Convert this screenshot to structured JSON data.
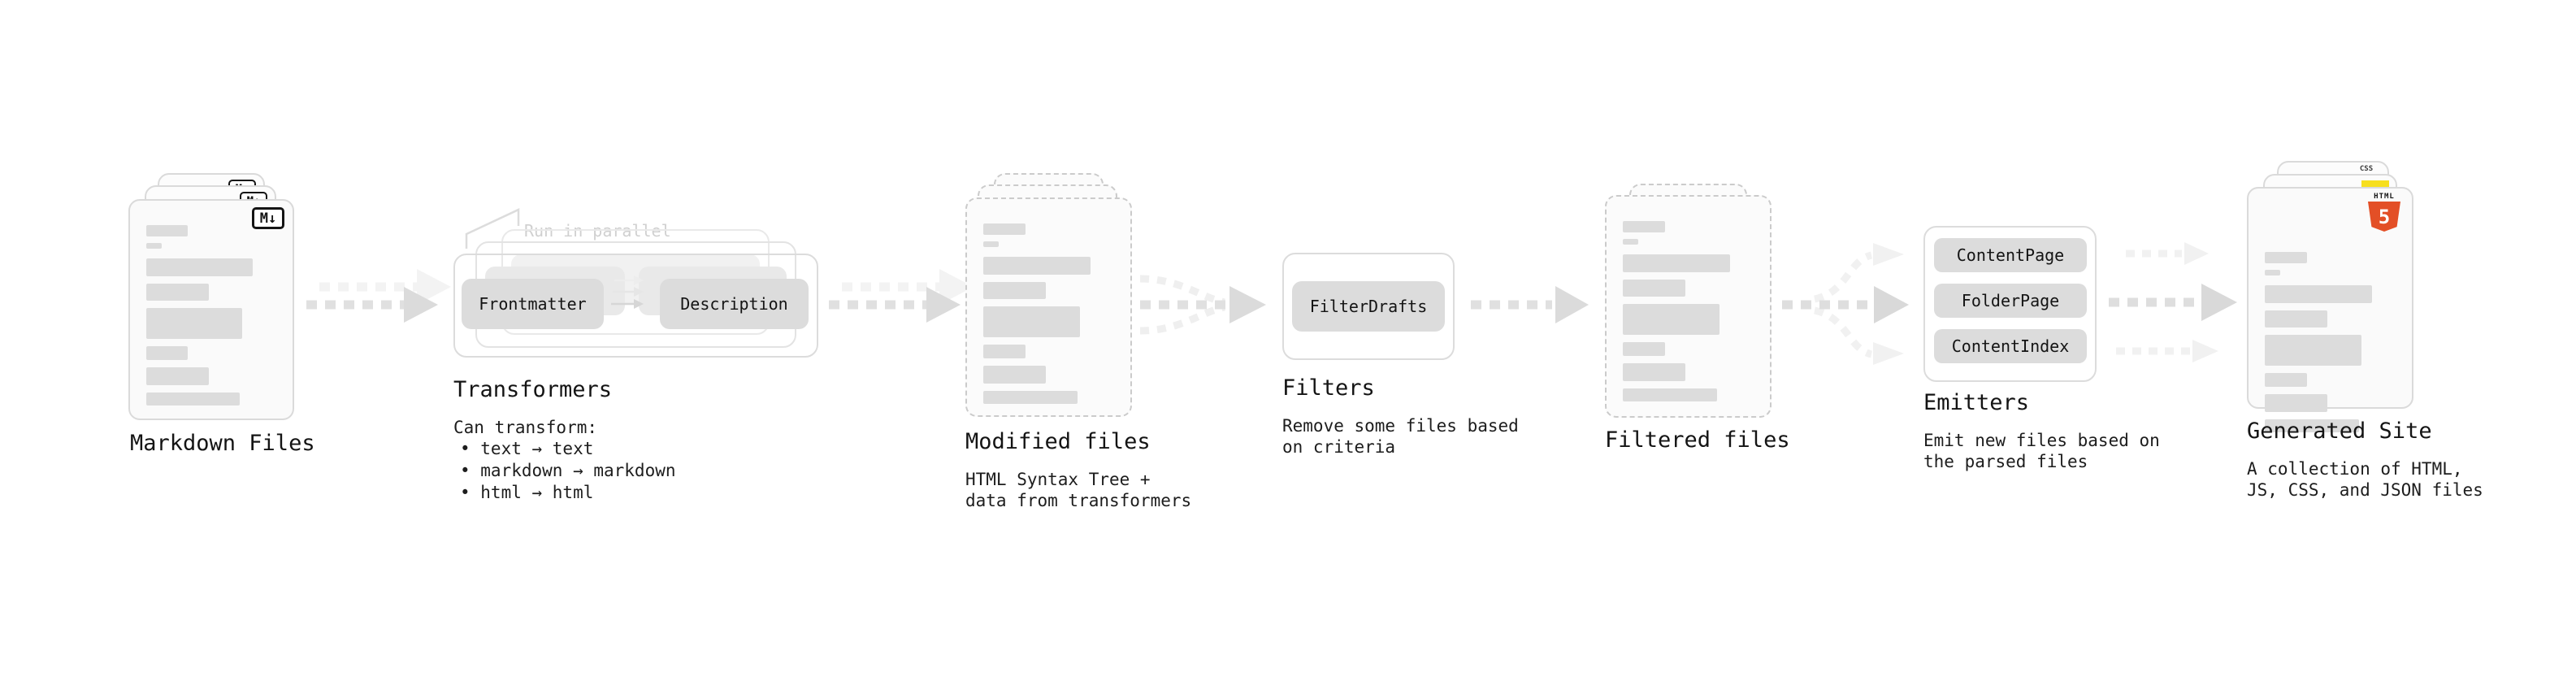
{
  "annotation": {
    "run_in_parallel": "Run in parallel"
  },
  "stations": {
    "markdown_files": {
      "label": "Markdown Files"
    },
    "transformers": {
      "label": "Transformers",
      "intro": "Can transform:",
      "bullets": [
        "• text → text",
        "• markdown → markdown",
        "• html → html"
      ],
      "buttons": {
        "frontmatter": "Frontmatter",
        "description": "Description"
      }
    },
    "modified_files": {
      "label": "Modified files",
      "sub1": "HTML Syntax Tree +",
      "sub2": "data from transformers"
    },
    "filters": {
      "label": "Filters",
      "sub1": "Remove some files based",
      "sub2": "on criteria",
      "buttons": {
        "filter_drafts": "FilterDrafts"
      }
    },
    "filtered_files": {
      "label": "Filtered files"
    },
    "emitters": {
      "label": "Emitters",
      "sub1": "Emit new files based on",
      "sub2": "the parsed files",
      "buttons": {
        "content_page": "ContentPage",
        "folder_page": "FolderPage",
        "content_index": "ContentIndex"
      }
    },
    "generated_site": {
      "label": "Generated Site",
      "sub1": "A collection of HTML,",
      "sub2": "JS, CSS, and JSON files"
    }
  },
  "icons": {
    "markdown_badge": "M↓",
    "html5_label": "HTML",
    "html5_number": "5",
    "css_label": "CSS"
  },
  "colors": {
    "background": "#ffffff",
    "card_fill": "#fafafa",
    "card_border": "#dadada",
    "placeholder_bar": "#dcdcdc",
    "node_button_fill": "#dcdcdc",
    "arrow_gray": "#dedede",
    "arrow_head": "#d9d9d9",
    "arrow_faint": "#f1f1f1",
    "text_dark": "#141414",
    "muted_annotation": "#d0d0d0",
    "html5_orange": "#e34f26",
    "js_yellow": "#f7df1e",
    "css_blue": "#2f6df0"
  }
}
